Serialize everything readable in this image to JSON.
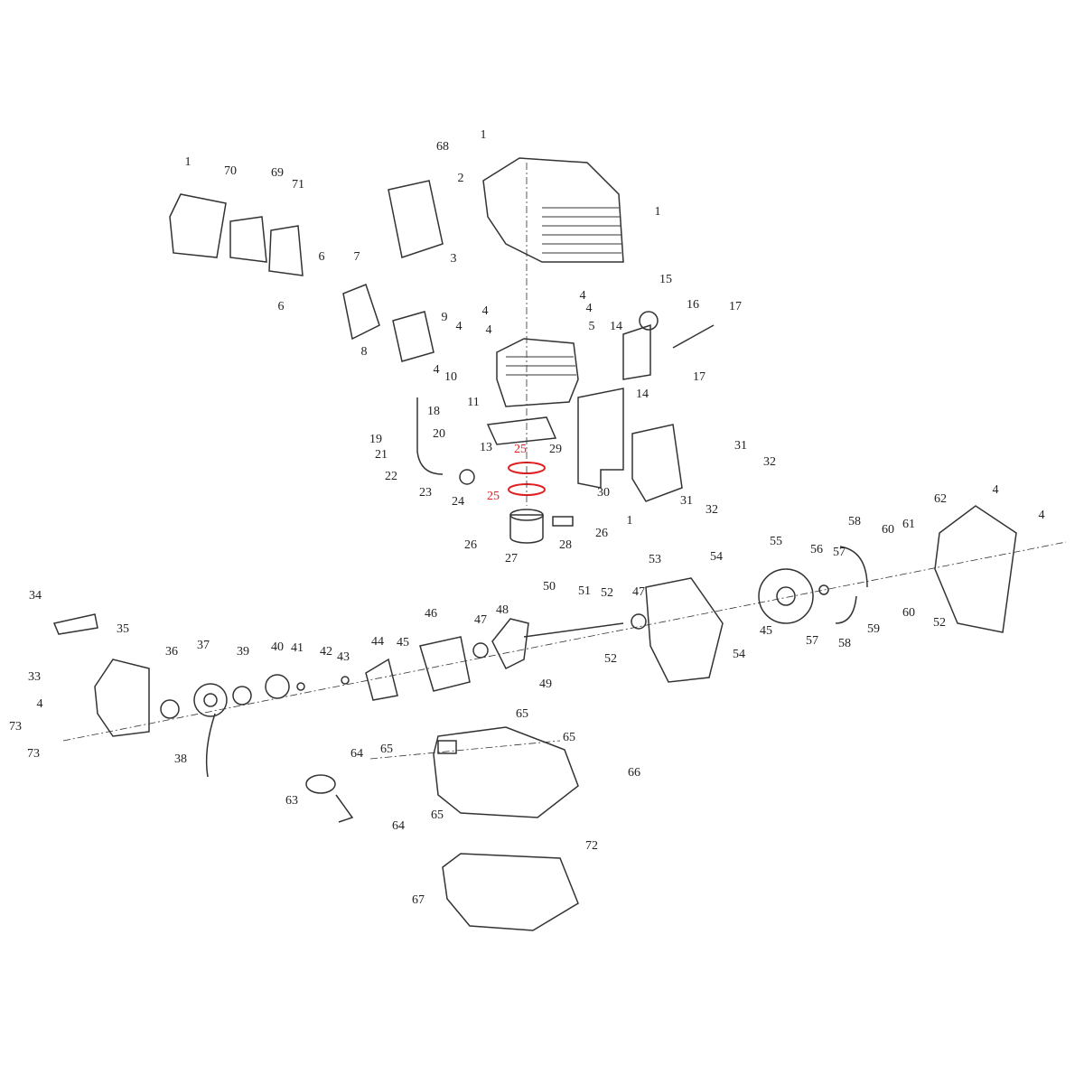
{
  "title": "Engine exploded parts diagram",
  "colors": {
    "line": "#333333",
    "highlight": "#e02020"
  },
  "labels": [
    "1",
    "2",
    "68",
    "1",
    "70",
    "69",
    "71",
    "1",
    "3",
    "6",
    "6",
    "7",
    "15",
    "4",
    "4",
    "4",
    "16",
    "17",
    "4",
    "9",
    "4",
    "5",
    "14",
    "8",
    "4",
    "10",
    "17",
    "11",
    "14",
    "18",
    "19",
    "20",
    "21",
    "13",
    "25",
    "29",
    "31",
    "32",
    "22",
    "23",
    "24",
    "25",
    "30",
    "31",
    "32",
    "1",
    "4",
    "62",
    "4",
    "58",
    "60",
    "61",
    "57",
    "26",
    "28",
    "26",
    "27",
    "54",
    "55",
    "56",
    "60",
    "52",
    "34",
    "50",
    "51",
    "52",
    "53",
    "47",
    "35",
    "46",
    "47",
    "48",
    "45",
    "57",
    "58",
    "59",
    "54",
    "52",
    "36",
    "37",
    "39",
    "40",
    "41",
    "42",
    "43",
    "44",
    "45",
    "49",
    "33",
    "4",
    "73",
    "73",
    "38",
    "65",
    "65",
    "64",
    "65",
    "66",
    "63",
    "64",
    "65",
    "72",
    "67"
  ],
  "highlighted_labels": [
    34,
    41
  ]
}
